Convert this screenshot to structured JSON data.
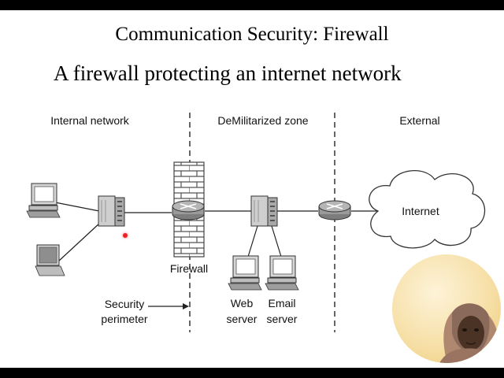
{
  "slide": {
    "title": "Communication Security: Firewall",
    "subtitle": "A firewall protecting an internet network"
  },
  "zones": {
    "internal": "Internal network",
    "dmz": "DeMilitarized zone",
    "external": "External"
  },
  "labels": {
    "firewall": "Firewall",
    "internet": "Internet",
    "security_perimeter_line1": "Security",
    "security_perimeter_line2": "perimeter",
    "web_server_line1": "Web",
    "web_server_line2": "server",
    "email_server_line1": "Email",
    "email_server_line2": "server"
  },
  "colors": {
    "device_gray": "#c8c8c8",
    "router_gray": "#9a9a9a",
    "webcam_bg": "#f7e0a8"
  }
}
